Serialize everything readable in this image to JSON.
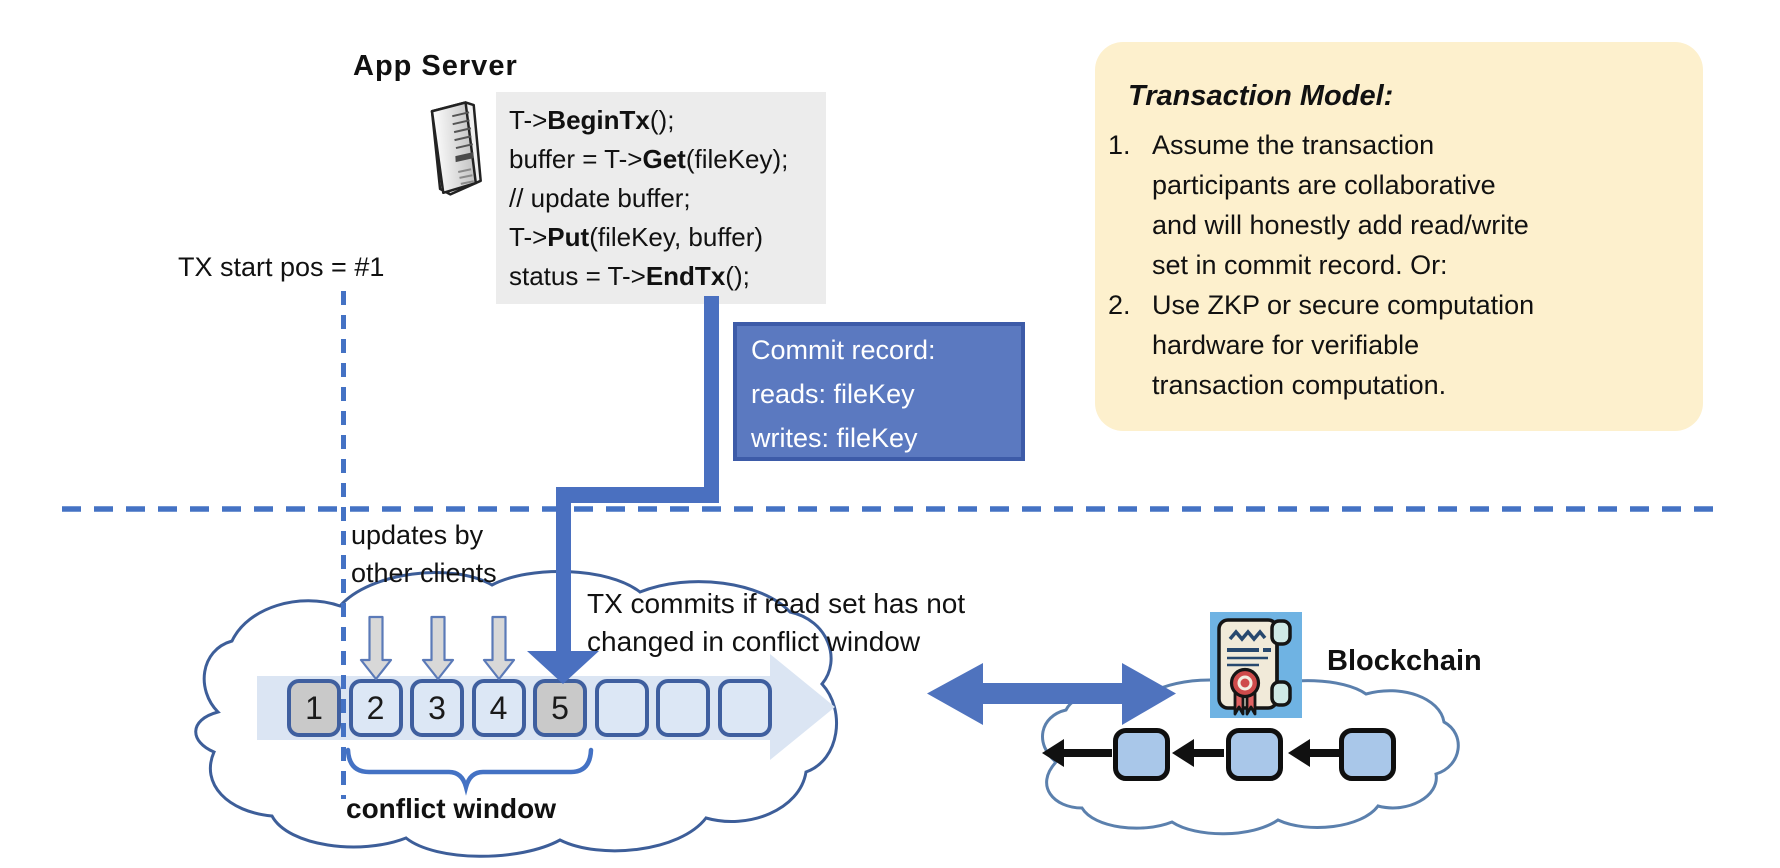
{
  "app_server": {
    "title": "App Server",
    "code_lines": [
      {
        "pre": "T->",
        "bold": "BeginTx",
        "post": "();"
      },
      {
        "pre": "buffer = T->",
        "bold": "Get",
        "post": "(fileKey);"
      },
      {
        "pre": "// update buffer;",
        "bold": "",
        "post": ""
      },
      {
        "pre": "T->",
        "bold": "Put",
        "post": "(fileKey, buffer)"
      },
      {
        "pre": "status = T->",
        "bold": "EndTx",
        "post": "();"
      }
    ]
  },
  "tx_start_label": "TX start pos = #1",
  "commit_record": {
    "lines": [
      "Commit record:",
      "reads: fileKey",
      "writes: fileKey"
    ]
  },
  "transaction_model": {
    "title": "Transaction Model:",
    "items": [
      {
        "num": "1.",
        "text": "Assume the transaction\nparticipants are collaborative\nand will honestly add read/write\nset in commit record.  Or:"
      },
      {
        "num": "2.",
        "text": "Use ZKP or secure computation\nhardware for verifiable\ntransaction computation."
      }
    ]
  },
  "annotations": {
    "updates_by": "updates by\nother clients",
    "tx_commits": "TX commits if read set has not\nchanged in conflict window",
    "conflict_window": "conflict window",
    "blockchain_label": "Blockchain"
  },
  "timeline": {
    "blocks": [
      {
        "label": "1",
        "variant": "gray"
      },
      {
        "label": "2",
        "variant": "blue"
      },
      {
        "label": "3",
        "variant": "blue"
      },
      {
        "label": "4",
        "variant": "blue"
      },
      {
        "label": "5",
        "variant": "gray"
      },
      {
        "label": "",
        "variant": "blue"
      },
      {
        "label": "",
        "variant": "blue"
      },
      {
        "label": "",
        "variant": "blue"
      }
    ],
    "gray_block_labels": [
      "1",
      "5"
    ]
  },
  "blockchain": {
    "block_count": 3
  },
  "icons": {
    "server": "server-tower-icon",
    "contract": "smart-contract-scroll-icon",
    "update_arrows": "gray-down-arrow-icon",
    "commit_arrow": "blue-elbow-down-arrow-icon",
    "sync_arrow": "double-headed-arrow-icon"
  },
  "colors": {
    "accent_blue": "#4472c4",
    "arrow_blue": "#4a70c0",
    "commit_fill": "#5b79c0",
    "commit_border": "#3d5ba8",
    "panel_yellow": "#fdf0cd",
    "code_bg": "#ececec",
    "block_fill": "#dce7f5",
    "block_gray": "#c9c9c9",
    "block_border": "#3f5f9f",
    "chain_block_fill": "#a9c7e9",
    "band_fill": "#dbe5f3",
    "cloud_stroke": "#3d5e99"
  }
}
